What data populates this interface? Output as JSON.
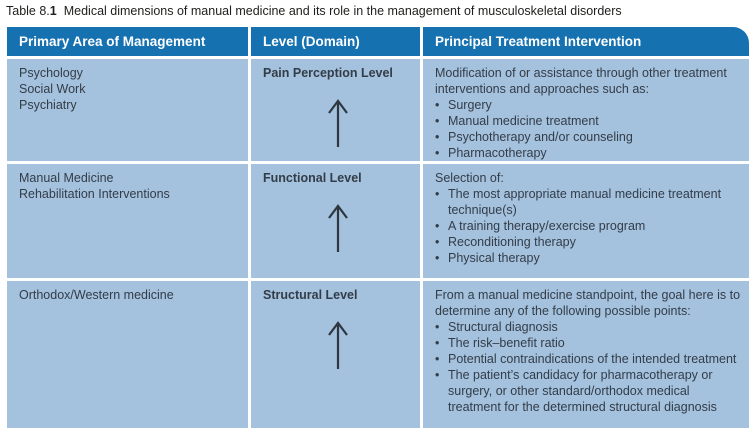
{
  "caption": {
    "label_prefix": "Table 8.",
    "label_number": "1",
    "text": "Medical dimensions of manual medicine and its role in the management of musculoskeletal disorders"
  },
  "colors": {
    "header_bg": "#1571b0",
    "header_text": "#ffffff",
    "cell_bg": "#a4c1dd",
    "body_text": "#333d48"
  },
  "icons": {
    "up_arrow": "upward arrow indicating escalation between levels"
  },
  "table": {
    "columns": [
      "Primary Area of Management",
      "Level (Domain)",
      "Principal Treatment Intervention"
    ],
    "rows": [
      {
        "areas": [
          "Psychology",
          "Social Work",
          "Psychiatry"
        ],
        "level": "Pain Perception Level",
        "intro": "Modification of or assistance through other treatment interventions and approaches such as:",
        "bullets": [
          "Surgery",
          "Manual medicine treatment",
          "Psychotherapy and/or counseling",
          "Pharmacotherapy"
        ]
      },
      {
        "areas": [
          "Manual Medicine",
          "Rehabilitation Interventions"
        ],
        "level": "Functional Level",
        "intro": "Selection of:",
        "bullets": [
          "The most appropriate manual medicine treatment technique(s)",
          "A training therapy/exercise program",
          "Reconditioning therapy",
          "Physical therapy"
        ]
      },
      {
        "areas": [
          "Orthodox/Western medicine"
        ],
        "level": "Structural Level",
        "intro": "From a manual medicine standpoint, the goal here is to determine any of the following possible points:",
        "bullets": [
          "Structural diagnosis",
          "The risk–benefit ratio",
          "Potential contraindications of the intended treatment",
          "The patient’s candidacy for pharmacotherapy or surgery, or other standard/orthodox medical treatment for the determined structural diagnosis"
        ]
      }
    ]
  }
}
